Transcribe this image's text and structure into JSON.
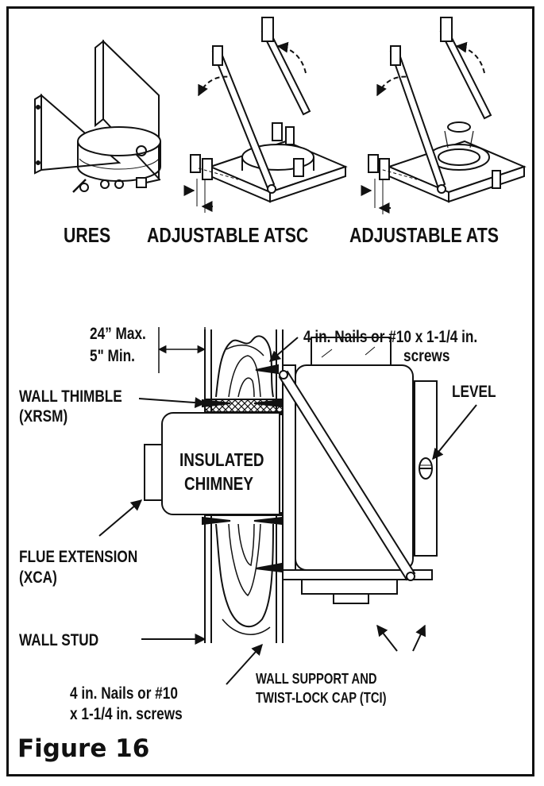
{
  "labels": {
    "ures": "URES",
    "atsc": "ADJUSTABLE ATSC",
    "ats": "ADJUSTABLE ATS",
    "max_dim": "24” Max.",
    "min_dim": "5\" Min.",
    "nails_top_line1": "4 in. Nails or #10 x 1-1/4 in.",
    "nails_top_line2": "screws",
    "level": "LEVEL",
    "wall_thimble_line1": "WALL THIMBLE",
    "wall_thimble_line2": "(XRSM)",
    "insulated_line1": "INSULATED",
    "insulated_line2": "CHIMNEY",
    "flue_line1": "FLUE EXTENSION",
    "flue_line2": "(XCA)",
    "wall_stud": "WALL STUD",
    "nails_bottom_line1": "4 in. Nails or #10",
    "nails_bottom_line2": "x 1-1/4 in. screws",
    "wall_support_line1": "WALL SUPPORT AND",
    "wall_support_line2": "TWIST-LOCK CAP (TCI)"
  },
  "caption": "Figure 16"
}
